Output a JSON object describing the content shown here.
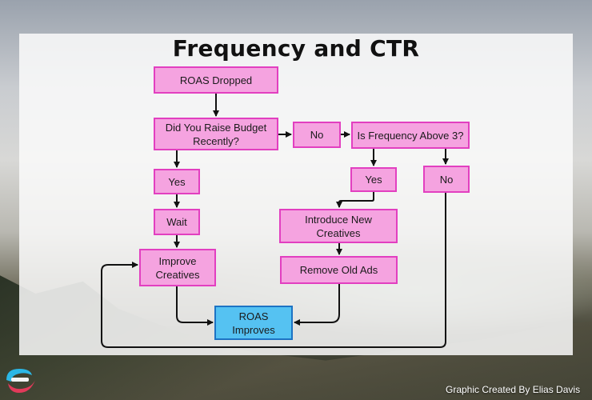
{
  "title": "Frequency and CTR",
  "nodes": {
    "roas_dropped": "ROAS Dropped",
    "raise_budget": "Did You Raise Budget Recently?",
    "no_budget": "No",
    "frequency_above_3": "Is Frequency Above 3?",
    "yes_budget": "Yes",
    "yes_frequency": "Yes",
    "no_frequency": "No",
    "wait": "Wait",
    "introduce_new_creatives": "Introduce New Creatives",
    "improve_creatives": "Improve Creatives",
    "remove_old_ads": "Remove Old Ads",
    "roas_improves": "ROAS Improves"
  },
  "colors": {
    "node_fill": "#f5a3e0",
    "node_border": "#e23fc0",
    "outcome_fill": "#55c2f2",
    "outcome_border": "#1d73c4"
  },
  "credit": "Graphic Created By Elias Davis"
}
